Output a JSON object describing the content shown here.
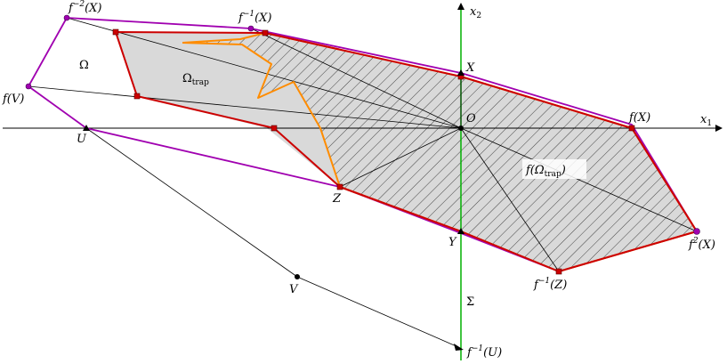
{
  "labels": {
    "x2": "x",
    "x2_sub": "2",
    "x1": "x",
    "x1_sub": "1",
    "origin": "O",
    "omega": "Ω",
    "omega_trap": "Ω",
    "omega_trap_sub": "trap",
    "f_omega_trap_prefix": "f(Ω",
    "f_omega_trap_sub": "trap",
    "f_omega_trap_suffix": ")",
    "sigma": "Σ",
    "X": "X",
    "Y": "Y",
    "Z": "Z",
    "U": "U",
    "V": "V",
    "fX": "f(X)",
    "fV": "f(V)",
    "f2X_f": "f",
    "f2X_sup": "2",
    "f2X_arg": "(X)",
    "fm2X_f": "f",
    "fm2X_sup": "−2",
    "fm2X_arg": "(X)",
    "fm1X_f": "f",
    "fm1X_sup": "−1",
    "fm1X_arg": "(X)",
    "fm1Z_f": "f",
    "fm1Z_sup": "−1",
    "fm1Z_arg": "(Z)",
    "fm1U_f": "f",
    "fm1U_sup": "−1",
    "fm1U_arg": "(U)"
  },
  "colors": {
    "omega_boundary": "#a000b0",
    "f_omega_trap_boundary": "#cc0000",
    "omega_trap_boundary": "#ff8c00",
    "sigma_axis": "#00b000",
    "trap_fill": "#d9d9d9",
    "hatch": "#333333",
    "axes": "#000000"
  }
}
